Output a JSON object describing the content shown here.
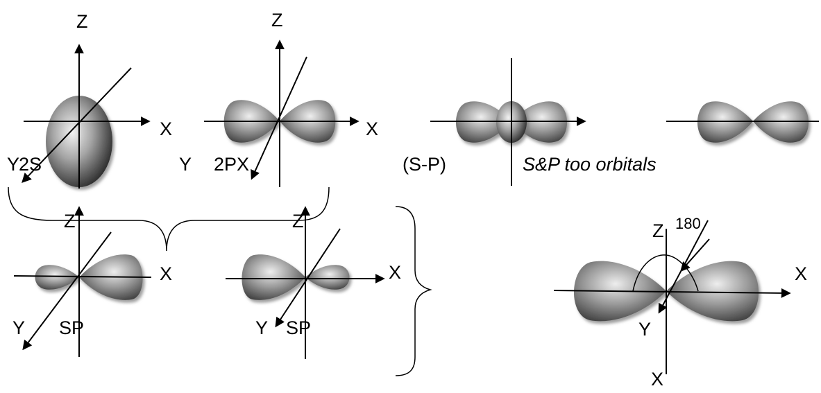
{
  "labels": {
    "z_2s": "Z",
    "z_2px": "Z",
    "x_2s": "X",
    "x_2px": "X",
    "y_2s": "Y",
    "orbital_2s": "2S",
    "y_2px": "Y",
    "orbital_2px": "2PX",
    "sp_mix": "(S-P)",
    "sp_caption": "S&P too orbitals",
    "z_sp1": "Z",
    "x_sp1": "X",
    "y_sp1": "Y",
    "sp1": "SP",
    "z_sp2": "Z",
    "x_sp2": "X",
    "y_sp2": "Y",
    "sp2": "SP",
    "z_final": "Z",
    "angle": "180",
    "x_final_right": "X",
    "y_final": "Y",
    "x_final_bottom": "X"
  }
}
